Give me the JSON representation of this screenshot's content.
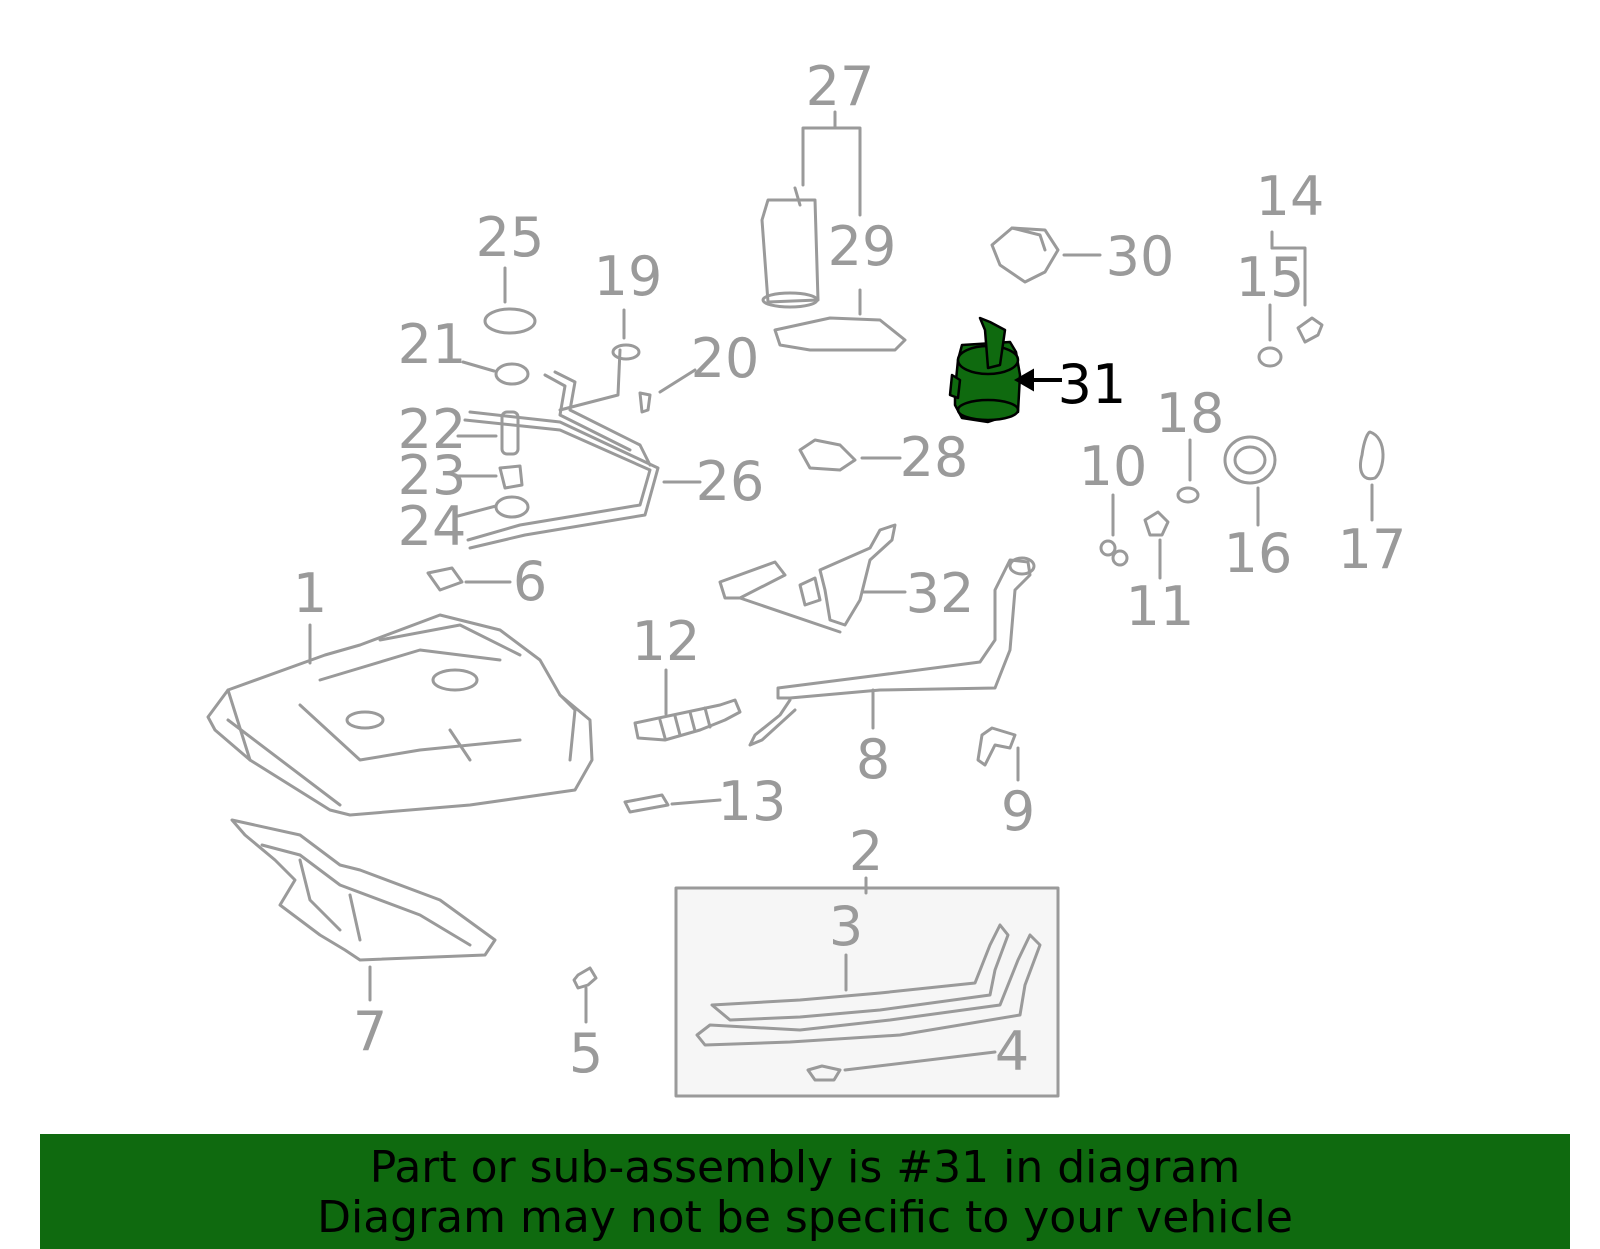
{
  "diagram": {
    "callouts": [
      "1",
      "2",
      "3",
      "4",
      "5",
      "6",
      "7",
      "8",
      "9",
      "10",
      "11",
      "12",
      "13",
      "14",
      "15",
      "16",
      "17",
      "18",
      "19",
      "20",
      "21",
      "22",
      "23",
      "24",
      "25",
      "26",
      "27",
      "28",
      "29",
      "30",
      "31",
      "32"
    ],
    "highlighted_part": "31",
    "colors": {
      "line": "#9a9a9a",
      "highlight": "#0f6a0f",
      "highlight_label": "#000000",
      "box_fill": "#f6f6f6"
    }
  },
  "banner": {
    "line1": "Part or sub-assembly is #31 in diagram",
    "line2": "Diagram may not be specific to your vehicle"
  }
}
